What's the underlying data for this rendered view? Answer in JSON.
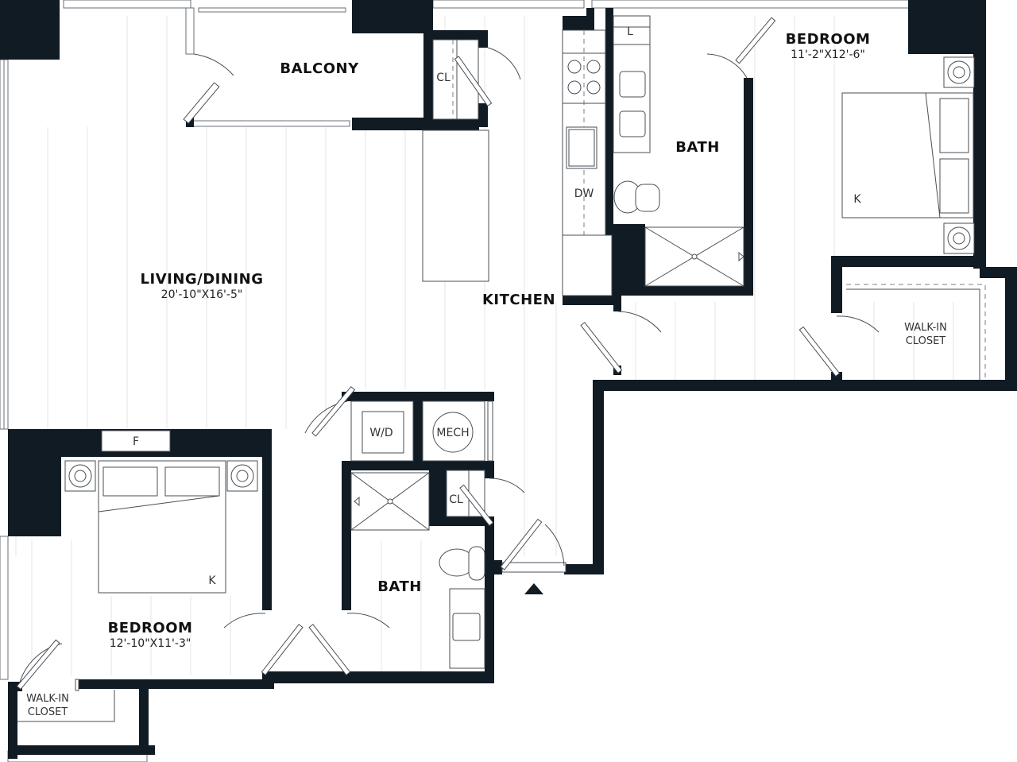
{
  "plan": {
    "wall_color": "#111b24",
    "background": "#ffffff",
    "rooms": {
      "balcony": {
        "name": "BALCONY"
      },
      "living_dining": {
        "name": "LIVING/DINING",
        "dimensions": "20'-10\"X16'-5\""
      },
      "kitchen": {
        "name": "KITCHEN"
      },
      "bath_main": {
        "name": "BATH"
      },
      "bedroom_primary": {
        "name": "BEDROOM",
        "dimensions": "11'-2\"X12'-6\""
      },
      "walkin_primary": {
        "line1": "WALK-IN",
        "line2": "CLOSET"
      },
      "bedroom_second": {
        "name": "BEDROOM",
        "dimensions": "12'-10\"X11'-3\""
      },
      "walkin_second": {
        "line1": "WALK-IN",
        "line2": "CLOSET"
      },
      "bath_second": {
        "name": "BATH"
      }
    },
    "fixtures": {
      "closet_balcony": "CL",
      "closet_hall": "CL",
      "linen": "L",
      "dishwasher": "DW",
      "washer_dryer": "W/D",
      "mechanical": "MECH",
      "fireplace_media": "F",
      "bed_primary_size": "K",
      "bed_second_size": "K"
    },
    "entry_marker": "entry-arrow"
  }
}
